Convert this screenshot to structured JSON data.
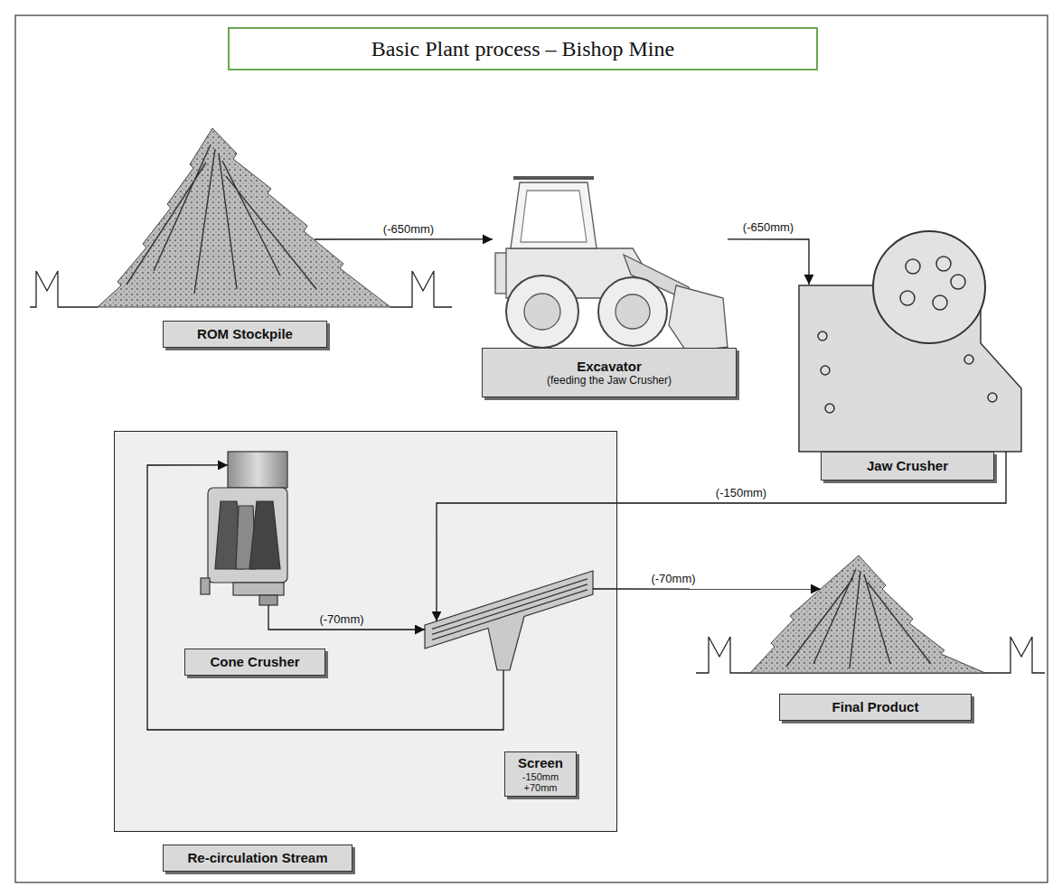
{
  "diagram": {
    "title": "Basic Plant process – Bishop Mine",
    "nodes": [
      {
        "text": [
          "ROM Stockpile"
        ]
      },
      {
        "text": [
          "Excavator",
          "(feeding the Jaw Crusher)"
        ]
      },
      {
        "text": [
          "Jaw Crusher"
        ]
      },
      {
        "text": [
          "Re-circulation Stream"
        ]
      },
      {
        "text": [
          "Cone Crusher"
        ],
        "in": 3
      },
      {
        "text": [
          "Screen",
          "-150mm +70mm"
        ],
        "in": 3
      },
      {
        "text": [
          "Final Product"
        ]
      }
    ],
    "edges": [
      {
        "from": 0,
        "to": 1,
        "label": "(-650mm)",
        "arrow": "to"
      },
      {
        "from": 1,
        "to": 2,
        "label": "(-650mm)",
        "arrow": "to"
      },
      {
        "from": 2,
        "to": 5,
        "label": "(-150mm)",
        "arrow": "to"
      },
      {
        "from": 4,
        "to": 5,
        "label": "(-70mm)",
        "arrow": "to"
      },
      {
        "from": 5,
        "to": 6,
        "label": "(-70mm)",
        "arrow": "to"
      },
      {
        "from": 5,
        "to": 4,
        "arrow": "to"
      }
    ]
  }
}
